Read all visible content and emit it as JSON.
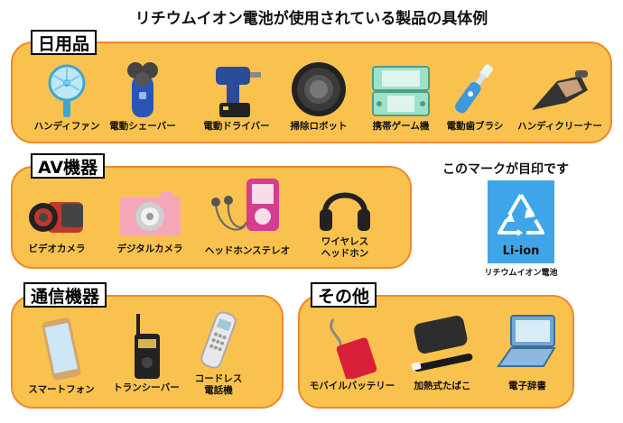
{
  "title": "リチウムイオン電池が使用されている製品の具体例",
  "sections": {
    "daily": {
      "tag": "日用品",
      "items": [
        {
          "label": "ハンディファン",
          "icon": "handy-fan-icon"
        },
        {
          "label": "電動シェーバー",
          "icon": "electric-shaver-icon"
        },
        {
          "label": "電動ドライバー",
          "icon": "electric-driver-icon"
        },
        {
          "label": "掃除ロボット",
          "icon": "cleaning-robot-icon"
        },
        {
          "label": "携帯ゲーム機",
          "icon": "handheld-game-icon"
        },
        {
          "label": "電動歯ブラシ",
          "icon": "electric-toothbrush-icon"
        },
        {
          "label": "ハンディクリーナー",
          "icon": "handy-cleaner-icon"
        }
      ]
    },
    "av": {
      "tag": "AV機器",
      "items": [
        {
          "label": "ビデオカメラ",
          "icon": "video-camera-icon"
        },
        {
          "label": "デジタルカメラ",
          "icon": "digital-camera-icon"
        },
        {
          "label": "ヘッドホンステレオ",
          "icon": "headphone-stereo-icon"
        },
        {
          "label": "ワイヤレス\nヘッドホン",
          "icon": "wireless-headphones-icon"
        }
      ]
    },
    "comm": {
      "tag": "通信機器",
      "items": [
        {
          "label": "スマートフォン",
          "icon": "smartphone-icon"
        },
        {
          "label": "トランシーバー",
          "icon": "transceiver-icon"
        },
        {
          "label": "コードレス\n電話機",
          "icon": "cordless-phone-icon"
        }
      ]
    },
    "other": {
      "tag": "その他",
      "items": [
        {
          "label": "モバイルバッテリー",
          "icon": "mobile-battery-icon"
        },
        {
          "label": "加熱式たばこ",
          "icon": "heated-tobacco-icon"
        },
        {
          "label": "電子辞書",
          "icon": "electronic-dictionary-icon"
        }
      ]
    }
  },
  "mark": {
    "heading": "このマークが目印です",
    "text": "Li-ion",
    "caption": "リチウムイオン電池",
    "icon": "recycle-icon"
  },
  "colors": {
    "panel_fill": "#f9c24f",
    "panel_border": "#ee8a2a",
    "mark_blue": "#3ea6e8"
  }
}
